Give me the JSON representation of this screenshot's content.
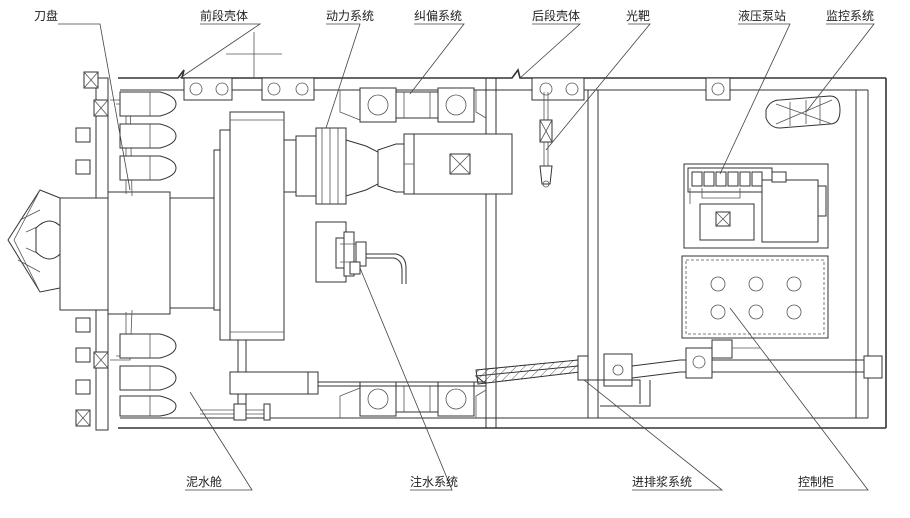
{
  "labels": {
    "cutterhead": "刀盘",
    "front_shell": "前段壳体",
    "power_system": "动力系统",
    "deviation_system": "纠偏系统",
    "rear_shell": "后段壳体",
    "light_target": "光靶",
    "hydraulic_station": "液压泵站",
    "monitoring_system": "监控系统",
    "mud_chamber": "泥水舱",
    "water_injection": "注水系统",
    "slurry_system": "进排浆系统",
    "control_cabinet": "控制柜"
  },
  "colors": {
    "line": "#333333",
    "text": "#222222",
    "background": "#ffffff"
  }
}
